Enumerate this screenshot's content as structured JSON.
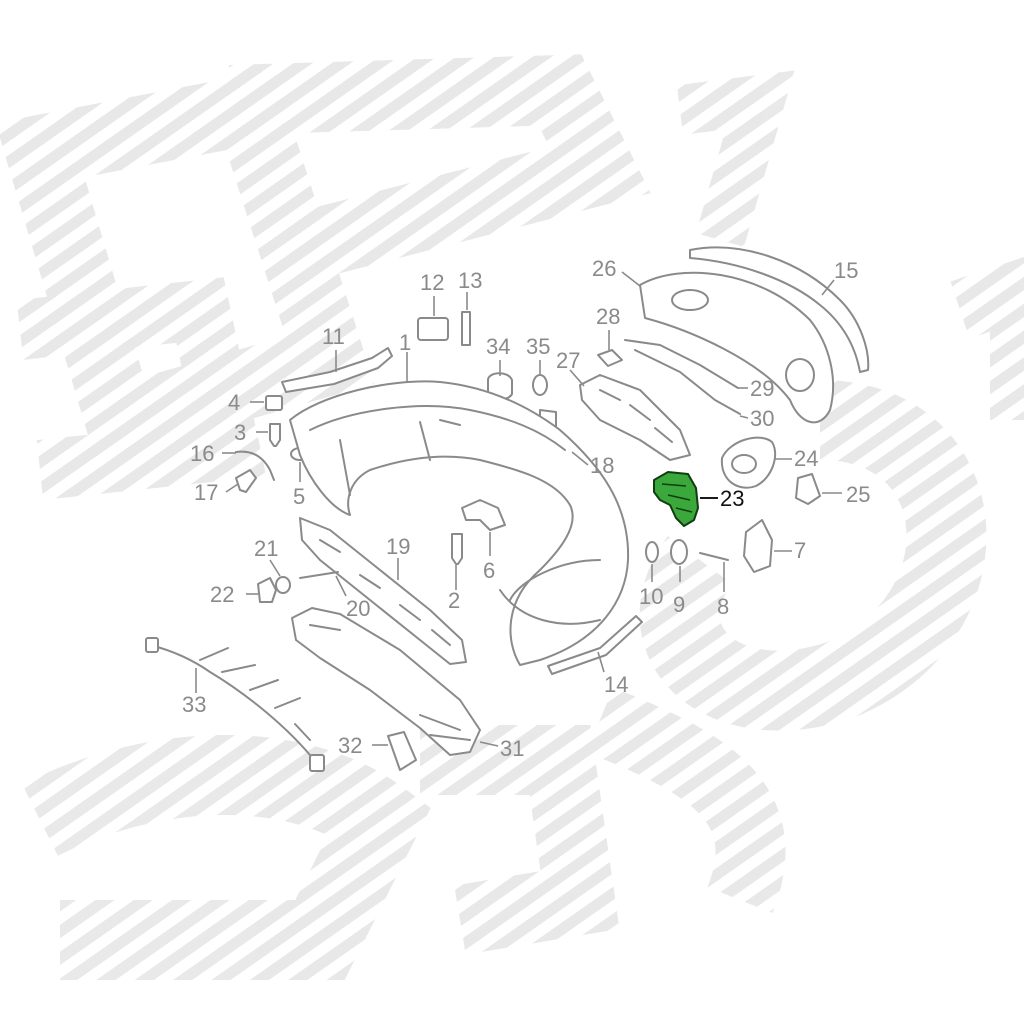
{
  "diagram": {
    "highlighted_part": "23",
    "highlight_color": "#3aa83a",
    "line_color": "#8a8a8a",
    "watermark_color": "#e9e9e9"
  },
  "callouts": {
    "c1": "1",
    "c2": "2",
    "c3": "3",
    "c4": "4",
    "c5": "5",
    "c6": "6",
    "c7": "7",
    "c8": "8",
    "c9": "9",
    "c10": "10",
    "c11": "11",
    "c12": "12",
    "c13": "13",
    "c14": "14",
    "c15": "15",
    "c16": "16",
    "c17": "17",
    "c18": "18",
    "c19": "19",
    "c20": "20",
    "c21": "21",
    "c22": "22",
    "c23": "23",
    "c24": "24",
    "c25": "25",
    "c26": "26",
    "c27": "27",
    "c28": "28",
    "c29": "29",
    "c30": "30",
    "c31": "31",
    "c32": "32",
    "c33": "33",
    "c34": "34",
    "c35": "35"
  }
}
